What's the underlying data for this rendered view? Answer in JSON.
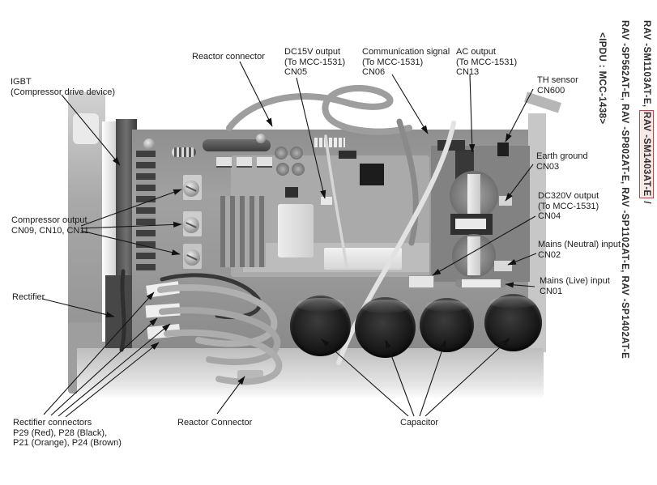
{
  "document": {
    "models_line1_prefix": "RAV -SM1103AT-E, ",
    "models_line1_highlight": "RAV -SM1403AT-E",
    "models_line1_suffix": " /",
    "models_line2": "RAV -SP562AT-E, RAV -SP802AT-E, RAV -SP1102AT-E, RAV -SP1402AT-E",
    "board_id": "<IPDU : MCC-1438>",
    "highlight_border_color": "#b04a4d",
    "highlight_fill_color": "#f8e9e9"
  },
  "callouts": {
    "igbt": {
      "lines": [
        "IGBT",
        "(Compressor drive device)"
      ]
    },
    "reactor_top": {
      "lines": [
        "Reactor connector"
      ]
    },
    "dc15v": {
      "lines": [
        "DC15V output",
        "(To MCC-1531)",
        "CN05"
      ]
    },
    "comm_signal": {
      "lines": [
        "Communication signal",
        "(To MCC-1531)",
        "CN06"
      ]
    },
    "ac_output": {
      "lines": [
        "AC output",
        "(To MCC-1531)",
        "CN13"
      ]
    },
    "th_sensor": {
      "lines": [
        "TH sensor",
        "CN600"
      ]
    },
    "earth_ground": {
      "lines": [
        "Earth ground",
        "CN03"
      ]
    },
    "dc320v": {
      "lines": [
        "DC320V output",
        "(To MCC-1531)",
        "CN04"
      ]
    },
    "mains_neutral": {
      "lines": [
        "Mains (Neutral) input",
        "CN02"
      ]
    },
    "mains_live": {
      "lines": [
        "Mains (Live) input",
        "CN01"
      ]
    },
    "compressor": {
      "lines": [
        "Compressor output",
        "CN09, CN10, CN11"
      ]
    },
    "rectifier": {
      "lines": [
        "Rectifier"
      ]
    },
    "rectifier_conn": {
      "lines": [
        "Rectifier connectors",
        "P29 (Red), P28 (Black),",
        "P21 (Orange), P24 (Brown)"
      ]
    },
    "reactor_bottom": {
      "lines": [
        "Reactor Connector"
      ]
    },
    "capacitor": {
      "lines": [
        "Capacitor"
      ]
    }
  }
}
